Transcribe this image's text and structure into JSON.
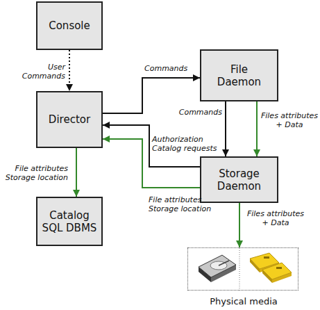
{
  "diagram": {
    "nodes": [
      {
        "text": [
          "Console"
        ]
      },
      {
        "text": [
          "File Daemon"
        ]
      },
      {
        "text": [
          "Director"
        ]
      },
      {
        "text": [
          "Storage Daemon"
        ]
      },
      {
        "text": [
          "Catalog SQL DBMS"
        ]
      },
      {
        "text": [
          "Physical media"
        ]
      }
    ],
    "edges": [
      {
        "from": 0,
        "to": 2,
        "arrow": "to",
        "label": "User Commands"
      },
      {
        "from": 2,
        "to": 1,
        "arrow": "to",
        "label": "Commands"
      },
      {
        "from": 1,
        "to": 3,
        "arrow": "to",
        "label": "Commands"
      },
      {
        "from": 1,
        "to": 3,
        "arrow": "to",
        "label": "Files attributes + Data"
      },
      {
        "from": 3,
        "to": 2,
        "arrow": "to",
        "label": "Authorization Catalog requests"
      },
      {
        "from": 3,
        "to": 2,
        "arrow": "to",
        "label": "File attributes Storage location"
      },
      {
        "from": 2,
        "to": 4,
        "arrow": "to",
        "label": "File attributes Storage location"
      },
      {
        "from": 3,
        "to": 5,
        "arrow": "to",
        "label": "Files attributes + Data"
      }
    ]
  }
}
